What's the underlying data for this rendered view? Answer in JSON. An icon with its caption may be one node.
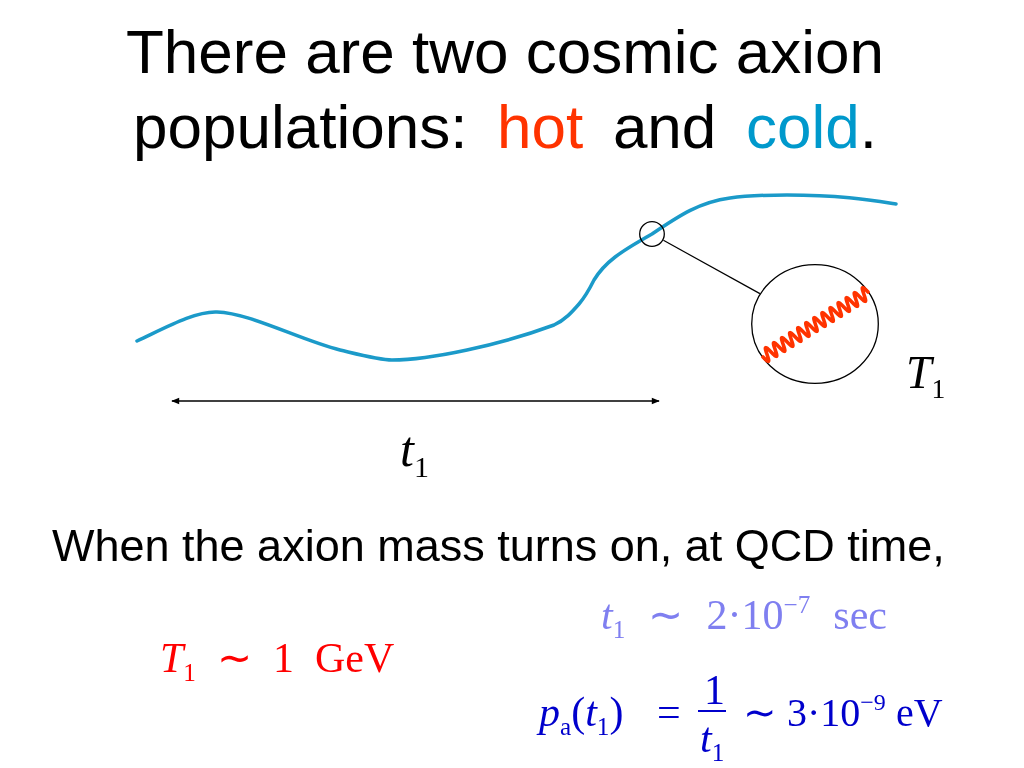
{
  "diagram": {
    "title": "There are two cosmic axion populations: hot and cold.",
    "nodes": [
      {
        "text": [],
        "shape": "circle"
      },
      {
        "text": [],
        "shape": "circle",
        "beside": [
          "*T*$_{1}$"
        ]
      }
    ],
    "edges": [
      {
        "from": 0,
        "to": 1,
        "arrow": "none"
      }
    ],
    "labels": [
      "*t*$_{1}$",
      "When the axion mass turns on, at QCD time,",
      "*t*$_{1}$ ∼ 2·10$^{−7}$ sec",
      "*T*$_{1}$ ∼ 1 GeV",
      "*p*$_{a}$(*t*$_{1}$) =",
      "1",
      "*t*$_{1}$",
      "∼ 3·10$^{−9}$ eV"
    ]
  }
}
